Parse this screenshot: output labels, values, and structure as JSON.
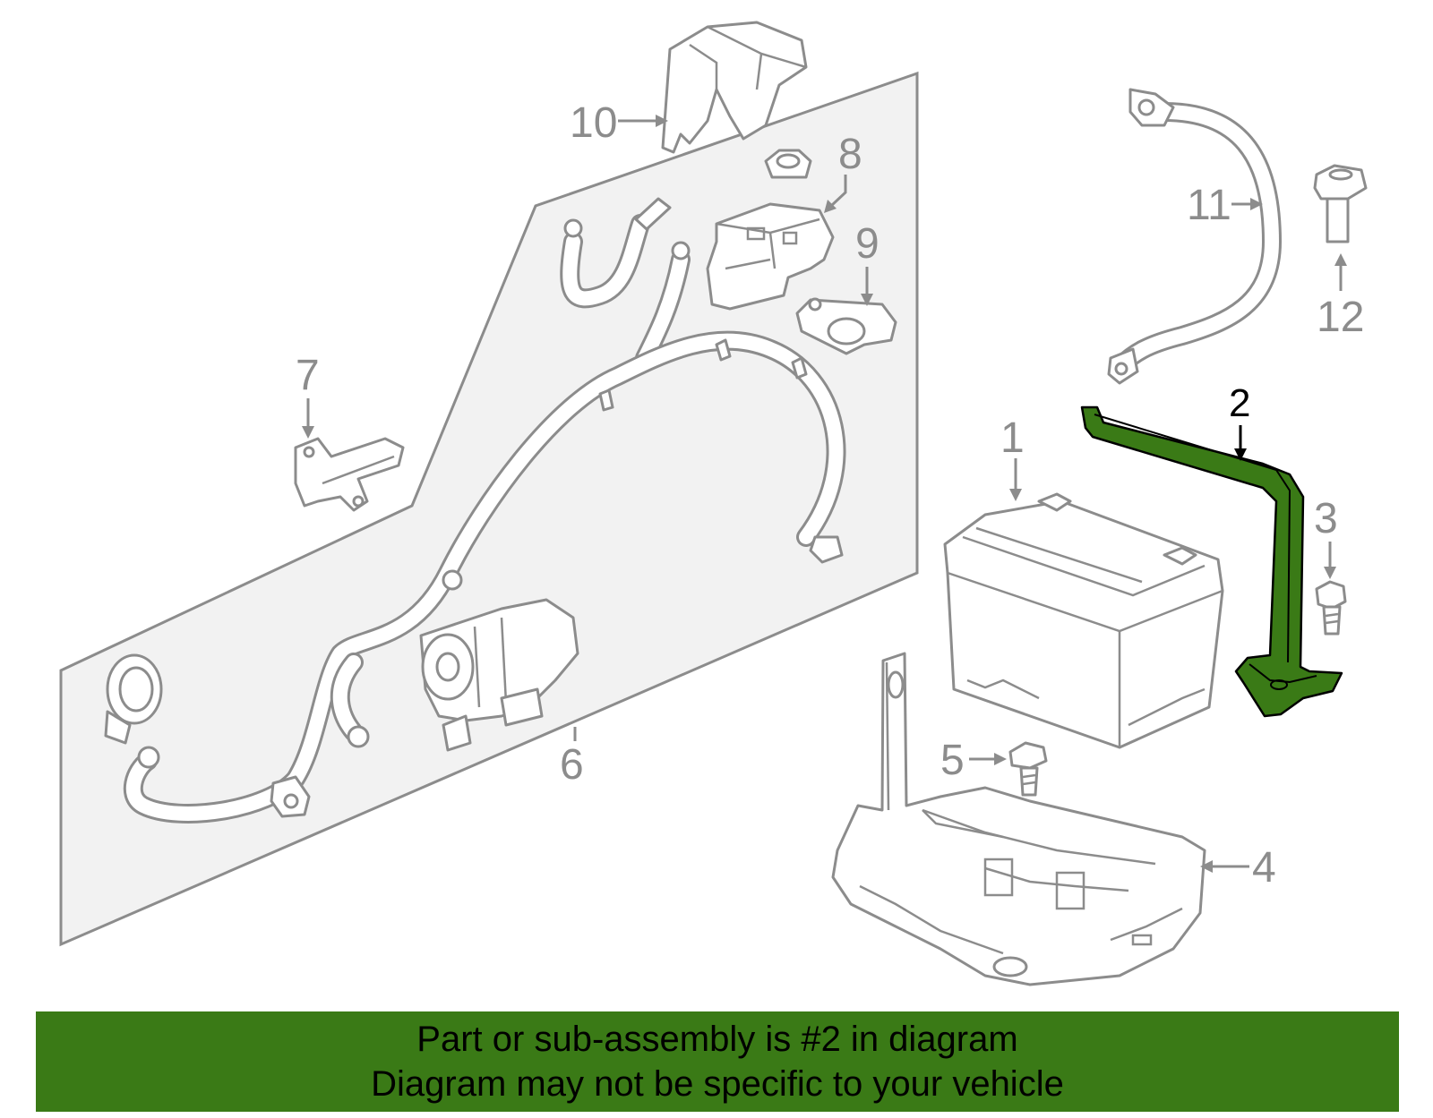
{
  "callouts": {
    "c1": "1",
    "c2": "2",
    "c3": "3",
    "c4": "4",
    "c5": "5",
    "c6": "6",
    "c7": "7",
    "c8": "8",
    "c9": "9",
    "c10": "10",
    "c11": "11",
    "c12": "12"
  },
  "highlight_part": "2",
  "colors": {
    "highlight": "#3a7a16",
    "banner": "#3a7a16",
    "line_gray": "#8c8c8c",
    "panel": "#f2f2f2"
  },
  "banner": {
    "line1": "Part or sub-assembly is #2 in diagram",
    "line2": "Diagram may not be specific to your vehicle"
  }
}
